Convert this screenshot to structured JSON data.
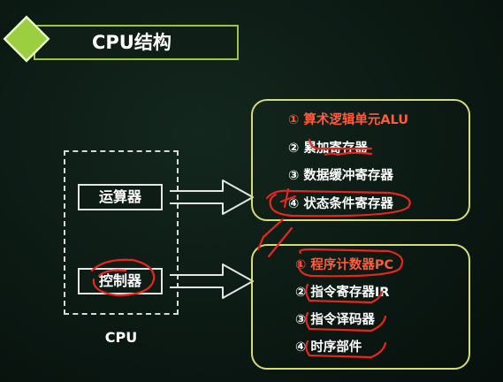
{
  "title": "CPU结构",
  "cpu": {
    "label": "CPU",
    "alu_label": "运算器",
    "control_label": "控制器"
  },
  "alu_components": [
    "① 算术逻辑单元ALU",
    "② 累加寄存器",
    "③ 数据缓冲寄存器",
    "④ 状态条件寄存器"
  ],
  "control_components": [
    "① 程序计数器PC",
    "② 指令寄存器IR",
    "③ 指令译码器",
    "④ 时序部件"
  ],
  "colors": {
    "background": "#0b1a14",
    "title_border": "#9dc43a",
    "diamond": "#9ccf3f",
    "group_border": "#d7dd74",
    "highlight": "#ff5a3a",
    "annotation": "#e8261b"
  }
}
